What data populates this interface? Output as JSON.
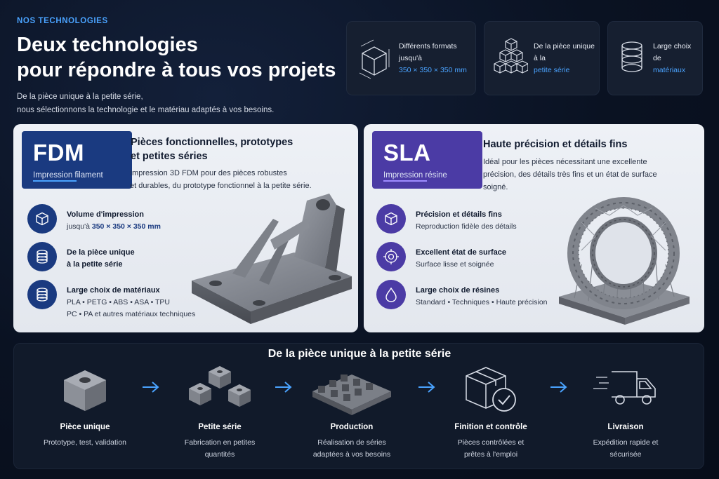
{
  "header": {
    "eyebrow": "NOS TECHNOLOGIES",
    "title_line1": "Deux technologies",
    "title_line2": "pour répondre à tous vos projets",
    "subtitle_line1": "De la pièce unique à la petite série,",
    "subtitle_line2": "nous sélectionnons la technologie et le matériau adaptés à vos besoins."
  },
  "features": [
    {
      "icon": "cube-dimensions-icon",
      "line1": "Différents formats",
      "line2": "jusqu'à",
      "line3": "350 × 350 × 350 mm"
    },
    {
      "icon": "stacked-cubes-icon",
      "line1": "De la pièce unique",
      "line2_prefix": "à la ",
      "line2_accent": "petite série"
    },
    {
      "icon": "material-spools-icon",
      "line1": "Large choix",
      "line2_prefix": "de ",
      "line2_accent": "matériaux"
    }
  ],
  "fdm": {
    "badge_title": "FDM",
    "badge_subtitle": "Impression filament",
    "title_line1": "Pièces fonctionnelles, prototypes",
    "title_line2": "et petites séries",
    "desc_line1": "Impression 3D FDM pour des pièces robustes",
    "desc_line2": "et durables, du prototype fonctionnel à la petite série.",
    "bullets": [
      {
        "icon": "cube-icon",
        "title": "Volume d'impression",
        "desc_prefix": "jusqu'à ",
        "desc_accent": "350 × 350 × 350 mm"
      },
      {
        "icon": "spool-stack-icon",
        "title": "De la pièce unique",
        "desc": "à la petite série"
      },
      {
        "icon": "materials-icon",
        "title": "Large choix de matériaux",
        "desc": "PLA • PETG • ABS • ASA • TPU",
        "desc2": "PC • PA et autres matériaux techniques"
      }
    ]
  },
  "sla": {
    "badge_title": "SLA",
    "badge_subtitle": "Impression résine",
    "title_line1": "Haute précision et détails fins",
    "desc_line1": "Idéal pour les pièces nécessitant une excellente",
    "desc_line2": "précision, des détails très fins et un état de surface",
    "desc_line3": "soigné.",
    "bullets": [
      {
        "icon": "precision-cube-icon",
        "title": "Précision et détails fins",
        "desc": "Reproduction fidèle des détails"
      },
      {
        "icon": "target-icon",
        "title": "Excellent état de surface",
        "desc": "Surface lisse et soignée"
      },
      {
        "icon": "resin-drop-icon",
        "title": "Large choix de résines",
        "desc": "Standard • Techniques • Haute précision"
      }
    ]
  },
  "process": {
    "title": "De la pièce unique à la petite série",
    "steps": [
      {
        "icon": "single-part-icon",
        "title": "Pièce unique",
        "desc_line1": "Prototype, test, validation",
        "desc_line2": ""
      },
      {
        "icon": "small-series-icon",
        "title": "Petite série",
        "desc_line1": "Fabrication en petites",
        "desc_line2": "quantités"
      },
      {
        "icon": "production-tray-icon",
        "title": "Production",
        "desc_line1": "Réalisation de séries",
        "desc_line2": "adaptées à vos besoins"
      },
      {
        "icon": "box-check-icon",
        "title": "Finition et contrôle",
        "desc_line1": "Pièces contrôlées et",
        "desc_line2": "prêtes à l'emploi"
      },
      {
        "icon": "delivery-truck-icon",
        "title": "Livraison",
        "desc_line1": "Expédition rapide et",
        "desc_line2": "sécurisée"
      }
    ]
  },
  "colors": {
    "accent": "#4aa3ff",
    "fdm": "#1a3a80",
    "sla": "#4b3ba5",
    "background": "#0a1222"
  }
}
